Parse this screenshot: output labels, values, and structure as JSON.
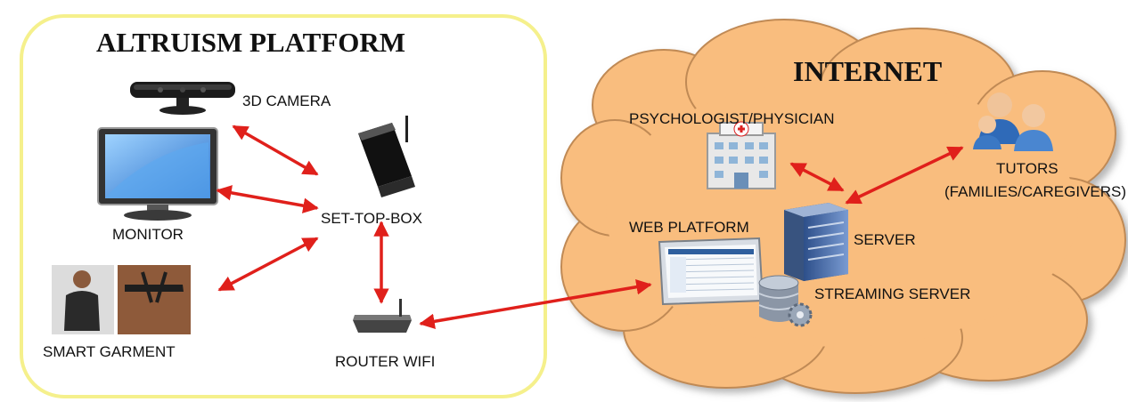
{
  "platform": {
    "title": "ALTRUISM PLATFORM",
    "nodes": {
      "camera": "3D CAMERA",
      "monitor": "MONITOR",
      "settop": "SET-TOP-BOX",
      "garment": "SMART GARMENT",
      "router": "ROUTER WIFI"
    }
  },
  "internet": {
    "title": "INTERNET",
    "nodes": {
      "psychologist": "PSYCHOLOGIST/PHYSICIAN",
      "tutors_line1": "TUTORS",
      "tutors_line2": "(FAMILIES/CAREGIVERS)",
      "web": "WEB PLATFORM",
      "server": "SERVER",
      "streaming": "STREAMING SERVER"
    }
  },
  "icons": [
    "kinect-camera-icon",
    "monitor-icon",
    "set-top-box-icon",
    "smart-garment-icon",
    "wifi-router-icon",
    "hospital-icon",
    "people-icon",
    "web-platform-screen-icon",
    "server-rack-icon",
    "database-gear-icon"
  ],
  "colors": {
    "platform_border": "#f5f08c",
    "cloud_fill": "#f9bd7e",
    "cloud_stroke": "#c08a55",
    "arrow": "#e0201b"
  }
}
